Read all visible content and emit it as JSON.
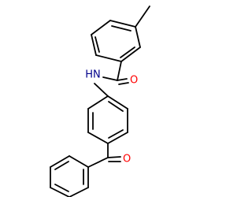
{
  "molecule": {
    "atoms": {
      "nitrogen": {
        "label": "HN",
        "color": "#00008B"
      },
      "oxygen_amide": {
        "label": "O",
        "color": "#FF0000"
      },
      "oxygen_ketone": {
        "label": "O",
        "color": "#FF0000"
      }
    },
    "bond_color": "#000000",
    "background": "#FFFFFF"
  }
}
